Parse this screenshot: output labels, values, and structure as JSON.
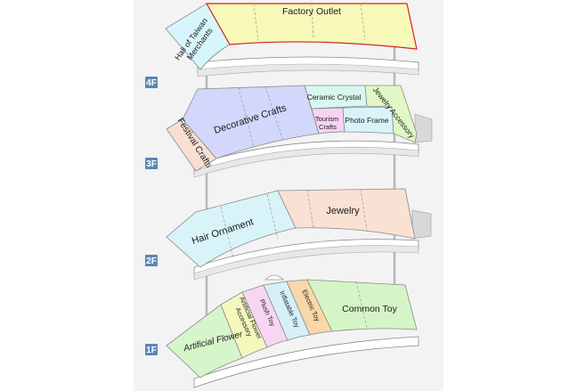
{
  "floors": [
    {
      "id": "4F",
      "label": "4F",
      "shops": [
        {
          "name": "Hall of Taiwan Merchants",
          "lines": [
            "Hall of Taiwan",
            "Merchants"
          ],
          "color": "#d7f6fb"
        },
        {
          "name": "Factory Outlet",
          "lines": [
            "Factory Outlet"
          ],
          "color": "#f6f9b8",
          "highlight": "#d52222"
        }
      ]
    },
    {
      "id": "3F",
      "label": "3F",
      "shops": [
        {
          "name": "Festival Crafts",
          "lines": [
            "Festival Crafts"
          ],
          "color": "#f9dfd2"
        },
        {
          "name": "Decorative Crafts",
          "lines": [
            "Decorative Crafts"
          ],
          "color": "#d2d7fb"
        },
        {
          "name": "Ceramic Crystal",
          "lines": [
            "Ceramic Crystal"
          ],
          "color": "#d8f8ef"
        },
        {
          "name": "Tourism Crafts",
          "lines": [
            "Tourism",
            "Crafts"
          ],
          "color": "#f8d3f3"
        },
        {
          "name": "Photo Frame",
          "lines": [
            "Photo Frame"
          ],
          "color": "#d8f4f8"
        },
        {
          "name": "Jewelry Accessory",
          "lines": [
            "Jewelry Accessory"
          ],
          "color": "#dff8c6"
        }
      ]
    },
    {
      "id": "2F",
      "label": "2F",
      "shops": [
        {
          "name": "Hair Ornament",
          "lines": [
            "Hair Ornament"
          ],
          "color": "#d8f4f8"
        },
        {
          "name": "Jewelry",
          "lines": [
            "Jewelry"
          ],
          "color": "#f9e1d3"
        }
      ]
    },
    {
      "id": "1F",
      "label": "1F",
      "shops": [
        {
          "name": "Artificial Flower",
          "lines": [
            "Artificial Flower"
          ],
          "color": "#d5f5cb",
          "italic": true
        },
        {
          "name": "Artificial Flower Accessory",
          "lines": [
            "Artificial Flower",
            "Accessory"
          ],
          "color": "#f5f8bd"
        },
        {
          "name": "Plush Toy",
          "lines": [
            "Plush Toy"
          ],
          "color": "#f6d6f2"
        },
        {
          "name": "Inflatable Toy",
          "lines": [
            "Inflatable Toy"
          ],
          "color": "#d5f0f8"
        },
        {
          "name": "Electric Toy",
          "lines": [
            "Electric Toy"
          ],
          "color": "#f8d7a8"
        },
        {
          "name": "Common Toy",
          "lines": [
            "Common Toy"
          ],
          "color": "#d5f5c7"
        }
      ]
    }
  ]
}
